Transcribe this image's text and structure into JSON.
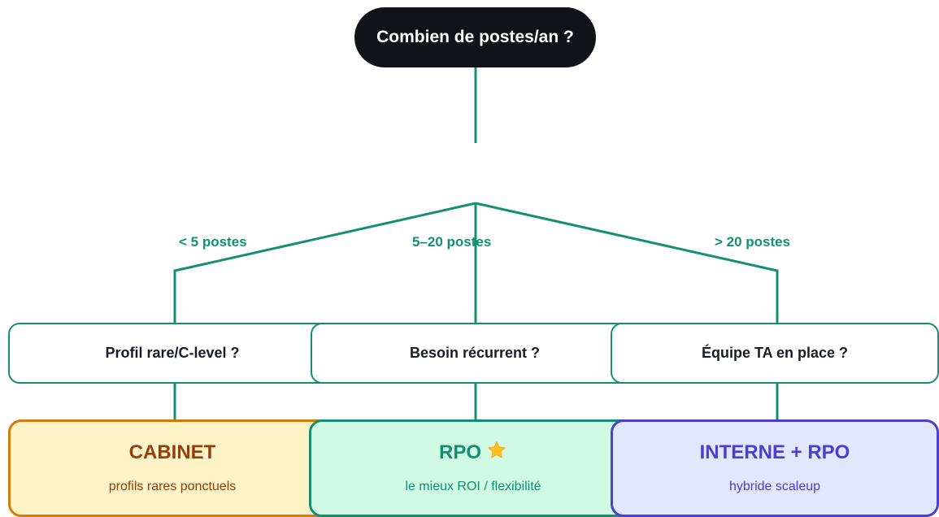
{
  "colors": {
    "accent": "#14906f",
    "root_bg": "#111319",
    "cabinet": {
      "bg": "#fef3c6",
      "border": "#d67b0b",
      "text": "#93400e"
    },
    "rpo": {
      "bg": "#d1fae5",
      "border": "#14906f",
      "text": "#14906f"
    },
    "interne": {
      "bg": "#e0e7ff",
      "border": "#4a3fd0",
      "text": "#4a3fd0"
    }
  },
  "root": {
    "label": "Combien de postes/an ?"
  },
  "branches": [
    {
      "label": "< 5 postes",
      "question": "Profil rare/C-level ?",
      "result_title": "CABINET",
      "result_sub": "profils rares ponctuels"
    },
    {
      "label": "5–20 postes",
      "question": "Besoin récurrent ?",
      "result_title": "RPO",
      "result_icon": "star-icon",
      "result_sub": "le mieux ROI / flexibilité"
    },
    {
      "label": "> 20 postes",
      "question": "Équipe TA en place ?",
      "result_title": "INTERNE + RPO",
      "result_sub": "hybride scaleup"
    }
  ]
}
